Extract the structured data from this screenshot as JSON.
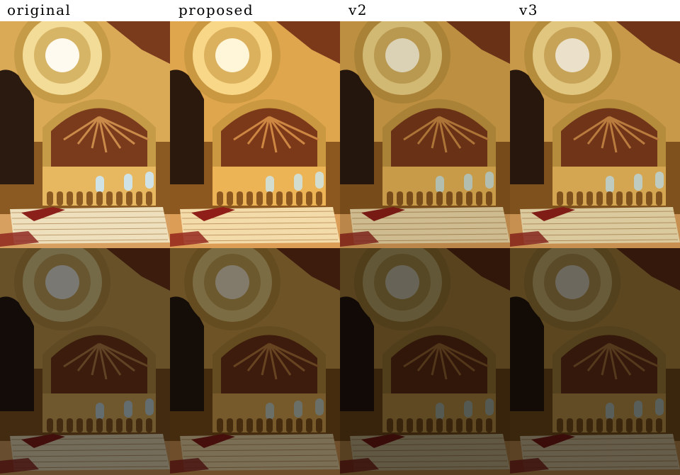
{
  "columns": [
    {
      "label": "original",
      "bright_tint": [
        1.0,
        1.0,
        1.0
      ],
      "dark_factor": 0.48
    },
    {
      "label": "proposed",
      "bright_tint": [
        1.02,
        0.98,
        0.9
      ],
      "dark_factor": 0.5
    },
    {
      "label": "v2",
      "bright_tint": [
        0.86,
        0.84,
        0.76
      ],
      "dark_factor": 0.47
    },
    {
      "label": "v3",
      "bright_tint": [
        0.92,
        0.9,
        0.84
      ],
      "dark_factor": 0.46
    }
  ],
  "rows": [
    "bright",
    "dark"
  ],
  "scene": {
    "dome": "#f3dc97",
    "dome_ring": "#c59b48",
    "oculus": "#fffaf0",
    "ceiling_wood": "#7a3a1c",
    "beams": "#c98a4a",
    "wall": "#e8b860",
    "wall_shadow": "#8a5a22",
    "windows": "#cfe2e6",
    "stairs": "#efe0bd",
    "carpet": "#8b1f1a",
    "floor": "#d8a060",
    "left_dark": "#2a1a10"
  }
}
